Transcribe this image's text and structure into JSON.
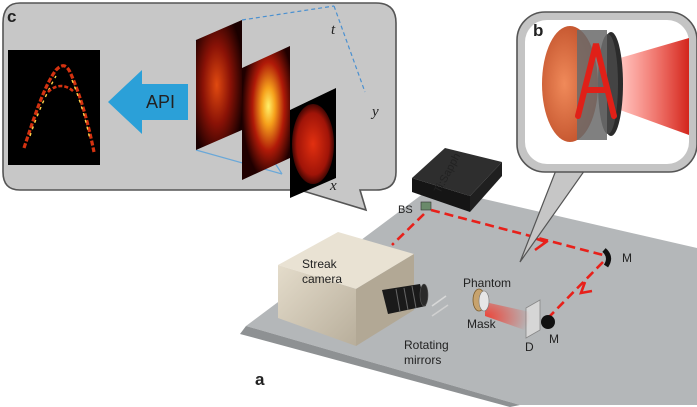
{
  "panel_c": {
    "letter": "c",
    "api_label": "API",
    "axis_t": "t",
    "axis_y": "y",
    "axis_x": "x"
  },
  "panel_b": {
    "letter": "b"
  },
  "panel_a": {
    "letter": "a",
    "laser_label": "Ti:Sapph",
    "bs_label": "BS",
    "camera_label_line1": "Streak",
    "camera_label_line2": "camera",
    "phantom_label": "Phantom",
    "mask_label": "Mask",
    "mirror_label_1": "M",
    "mirror_label_2": "M",
    "diffuser_label": "D",
    "rotating_line1": "Rotating",
    "rotating_line2": "mirrors"
  },
  "colors": {
    "beam": "#e8201a",
    "api_arrow": "#2ba0d8",
    "panel_bg": "#bdbdbd",
    "table": "#b8bbbd"
  }
}
